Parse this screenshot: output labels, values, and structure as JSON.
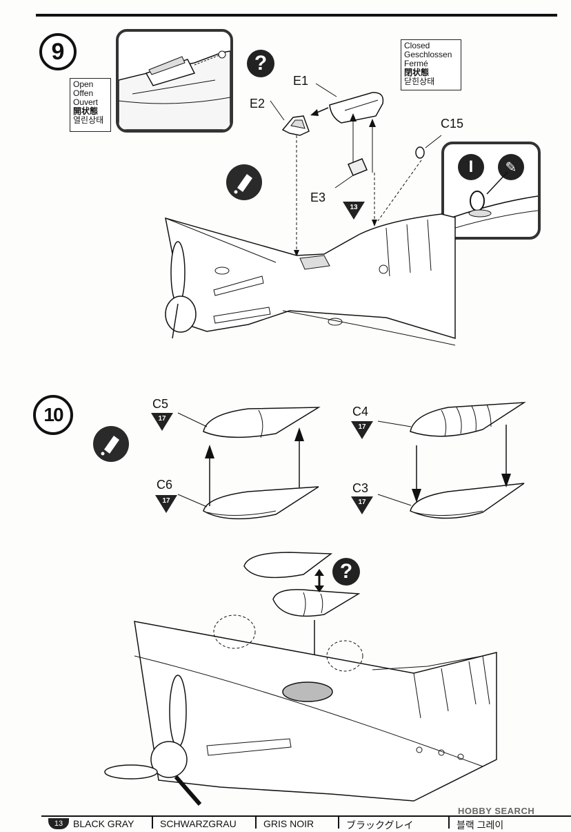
{
  "step9": {
    "number": "9",
    "open_labels": [
      "Open",
      "Offen",
      "Ouvert",
      "開状態",
      "열린상태"
    ],
    "closed_labels": [
      "Closed",
      "Geschlossen",
      "Fermé",
      "閉状態",
      "닫힌상태"
    ],
    "question": "?",
    "parts": {
      "e1": "E1",
      "e2": "E2",
      "e3": "E3",
      "c15": "C15"
    },
    "callout_ref": "13",
    "inset_marks": {
      "cement": "I",
      "paint": "✎"
    }
  },
  "step10": {
    "number": "10",
    "question": "?",
    "parts": [
      {
        "label": "C5",
        "ref": "17"
      },
      {
        "label": "C4",
        "ref": "17"
      },
      {
        "label": "C6",
        "ref": "17"
      },
      {
        "label": "C3",
        "ref": "17"
      }
    ]
  },
  "footer": {
    "page_ref": "13",
    "colors": [
      "BLACK GRAY",
      "SCHWARZGRAU",
      "GRIS NOIR",
      "ブラックグレイ",
      "블랙 그레이"
    ]
  },
  "watermark": "HOBBY SEARCH",
  "colors": {
    "ink": "#111111",
    "paper": "#fdfdfb",
    "shade": "#bbbbbb"
  },
  "icons": [
    "glue-icon",
    "question-icon",
    "cement-icon",
    "paint-brush-icon",
    "arrow-icon"
  ]
}
